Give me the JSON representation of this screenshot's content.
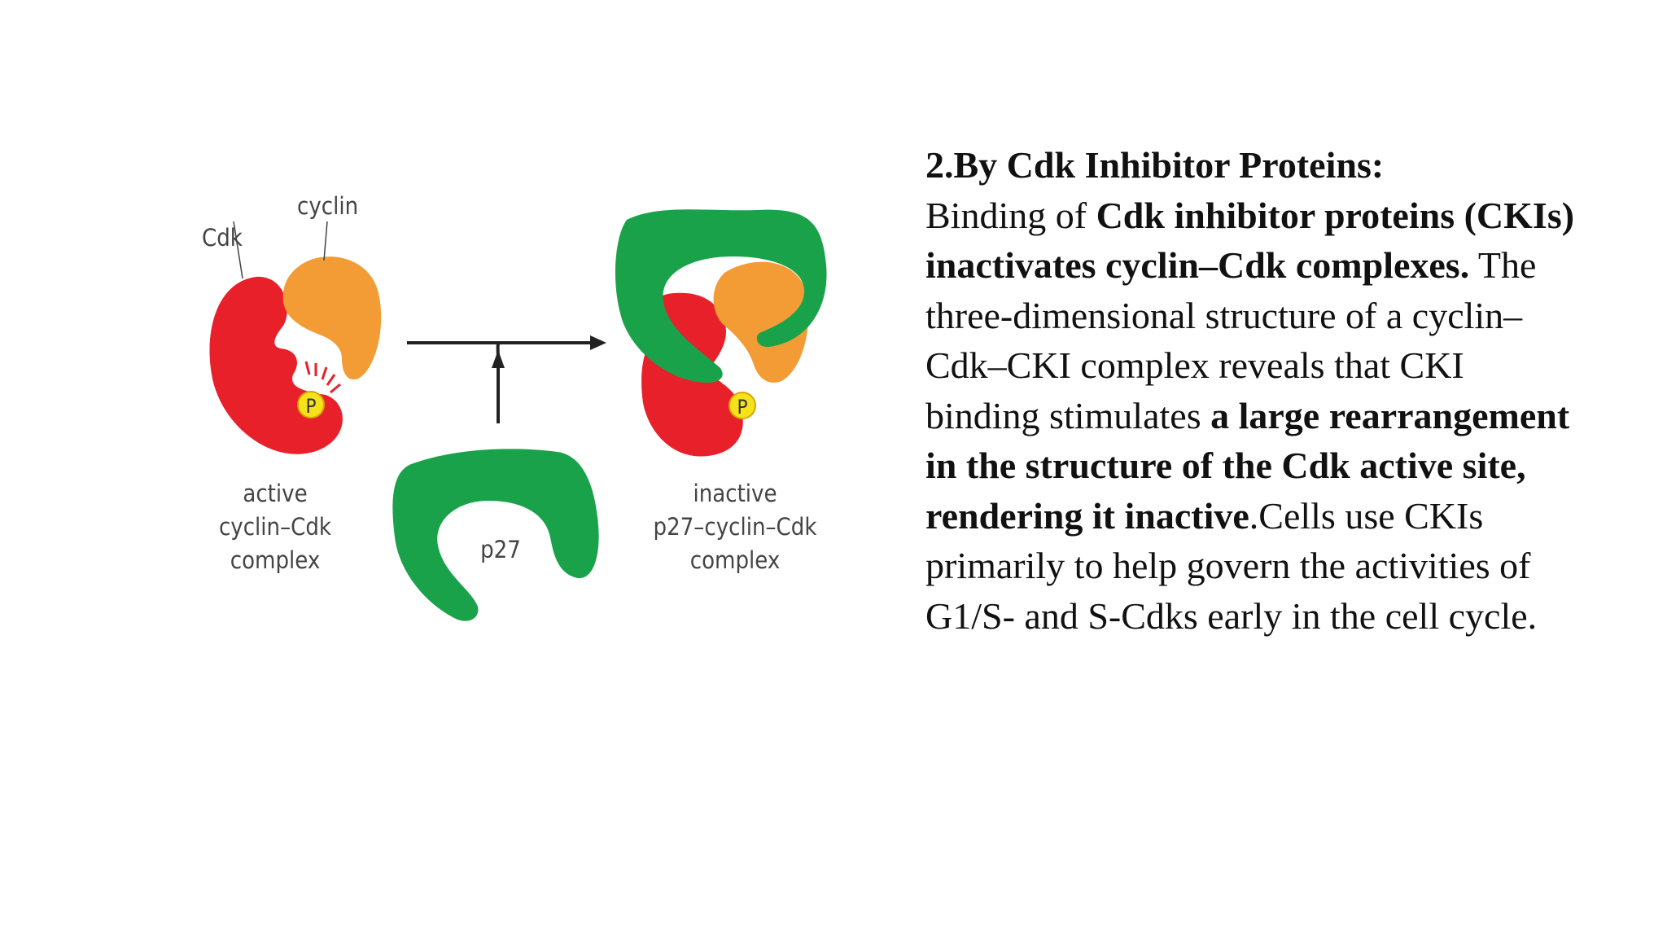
{
  "diagram": {
    "labels": {
      "cdk": "Cdk",
      "cyclin": "cyclin",
      "phosphate": "P",
      "phosphate_right": "P",
      "p27": "p27",
      "active_line1": "active",
      "active_line2": "cyclin–Cdk",
      "active_line3": "complex",
      "inactive_line1": "inactive",
      "inactive_line2": "p27–cyclin–Cdk",
      "inactive_line3": "complex"
    },
    "colors": {
      "cdk": "#e8202a",
      "cyclin": "#f39b34",
      "p27": "#1aa24a",
      "phosphate": "#f5e21c",
      "arrow": "#222222",
      "spark": "#e8202a"
    }
  },
  "text": {
    "heading": "2.By Cdk Inhibitor Proteins:",
    "p1_a": "Binding of ",
    "p1_b": "Cdk inhibitor proteins (CKIs) inactivates cyclin–Cdk complexes.",
    "p1_c": " The three-dimensional structure of a cyclin–Cdk–CKI complex reveals that CKI binding stimulates ",
    "p1_d": "a large rearrangement in the structure of the Cdk active site, rendering it inactive",
    "p1_e": ".Cells use CKIs primarily to help govern the activities of G1/S- and S-Cdks early in the cell cycle."
  }
}
